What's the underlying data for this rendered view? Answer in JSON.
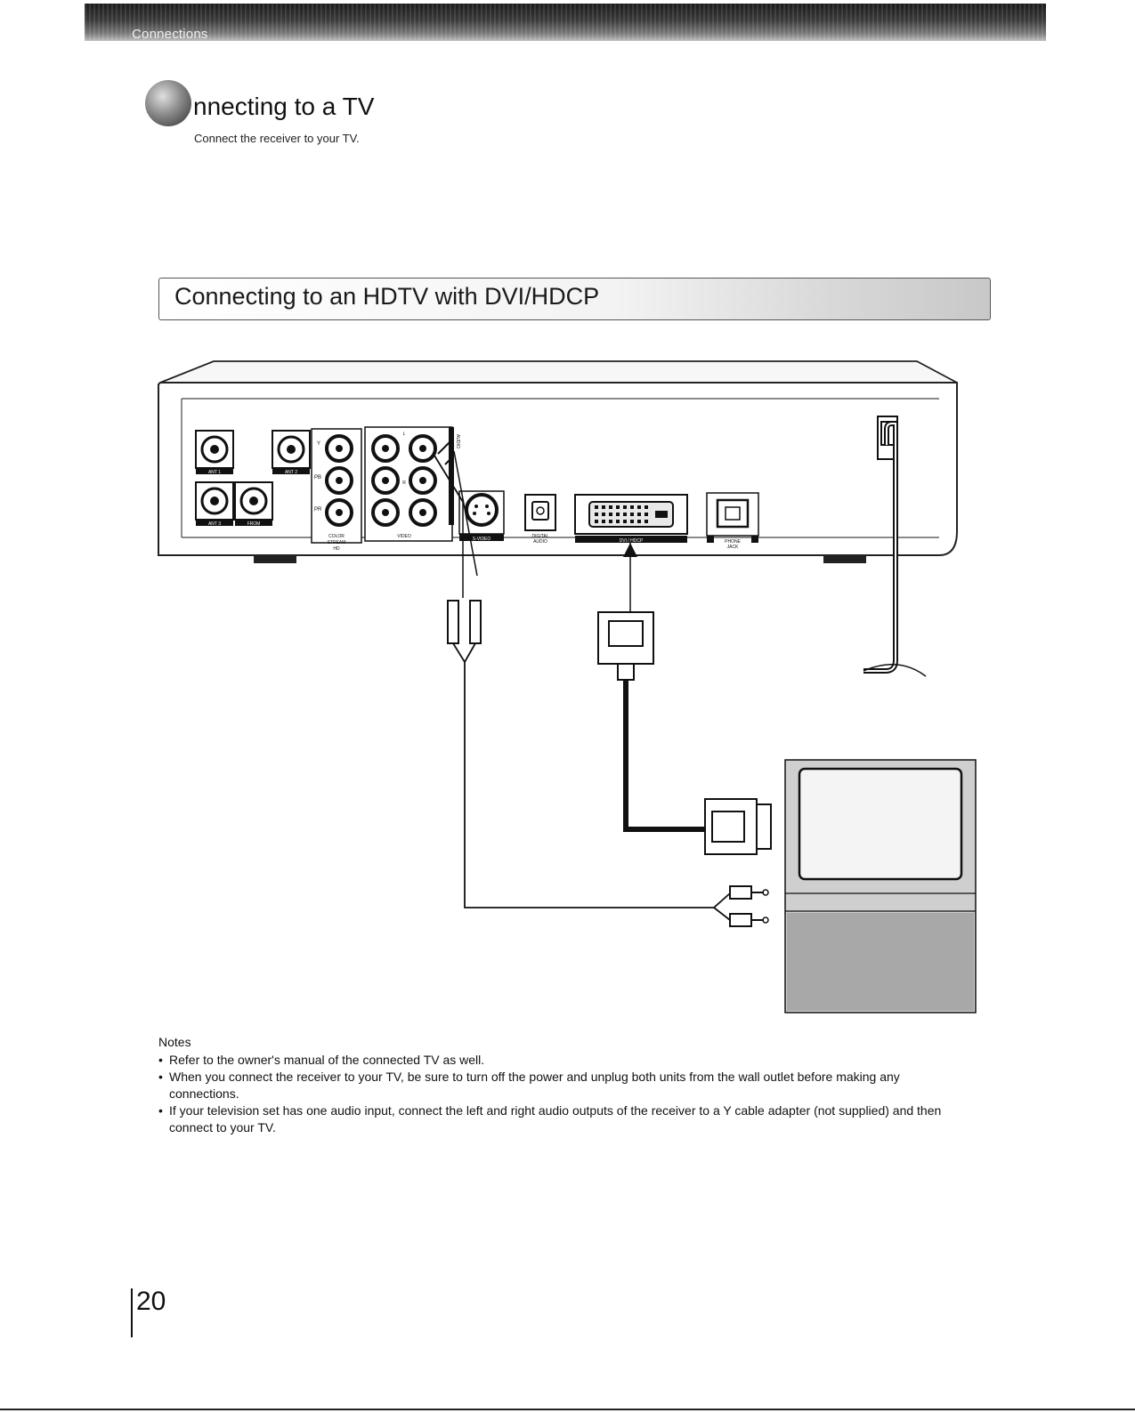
{
  "header": {
    "section": "Connections"
  },
  "title": {
    "text": "nnecting to a TV",
    "subtitle": "Connect the receiver to your TV."
  },
  "subsection": {
    "title": "Connecting to an HDTV with DVI/HDCP"
  },
  "diagram": {
    "labels": {
      "ant1": "ANT 1",
      "ant2": "ANT 2",
      "ant3": "ANT 3",
      "from": "FROM",
      "y": "Y",
      "pb": "PB",
      "pr": "PR",
      "color_stream": "COLOR",
      "color_stream2": "STREAM",
      "color_stream3": "HD",
      "audio_l": "L",
      "audio_r": "R",
      "audio": "AUDIO",
      "video": "VIDEO",
      "svideo": "S-VIDEO",
      "digital_audio": "DIGITAL",
      "digital_audio2": "AUDIO",
      "dvi_hdcp": "DVI / HDCP",
      "phone_jack": "PHONE",
      "phone_jack2": "JACK"
    }
  },
  "notes": {
    "heading": "Notes",
    "items": [
      "Refer to the owner's manual of the connected TV as well.",
      "When you connect the receiver to your TV, be sure to turn off the power and unplug both units from the wall outlet before making any connections.",
      "If your television set has one audio input, connect the left and right audio outputs of the receiver to a Y cable adapter (not supplied) and then connect to your TV."
    ]
  },
  "footer": {
    "page_number": "20"
  }
}
